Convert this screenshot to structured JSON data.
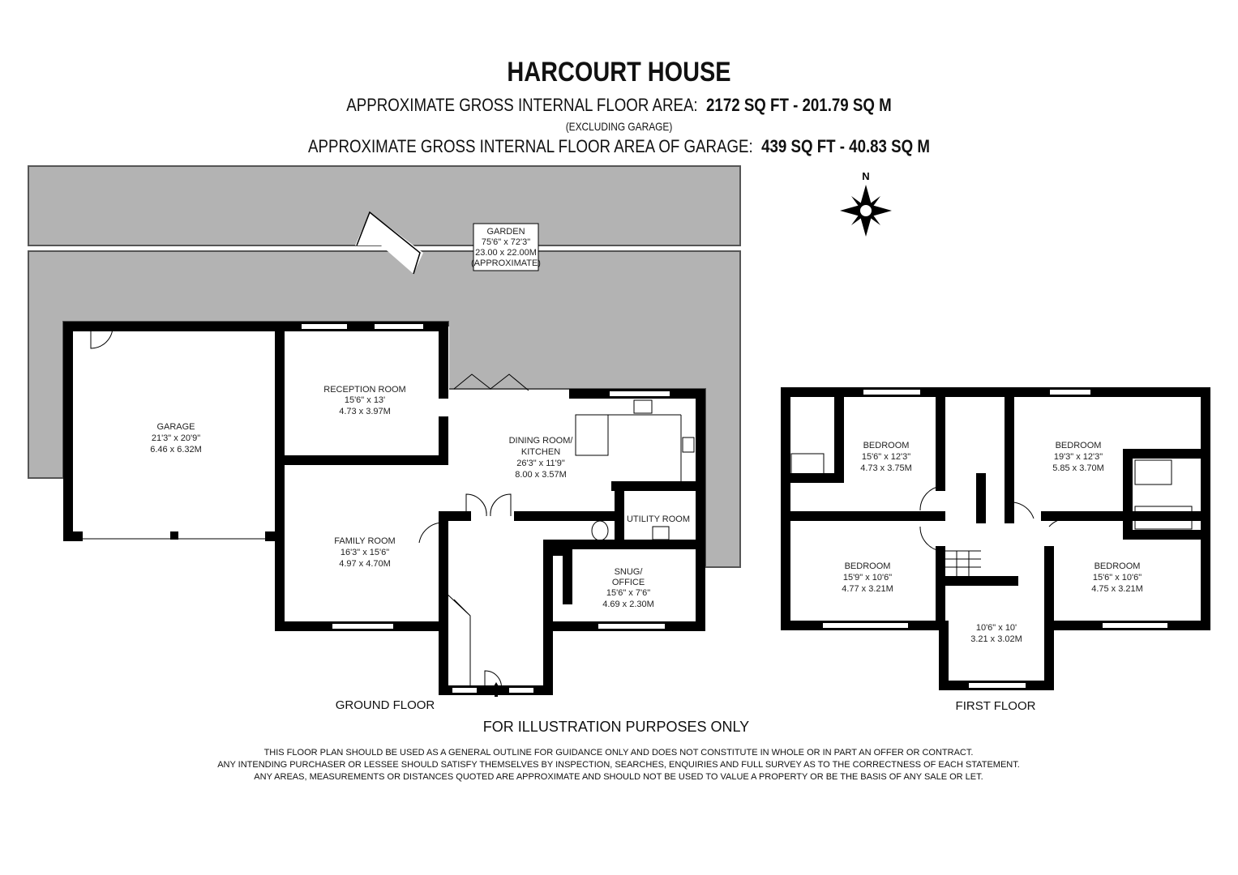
{
  "header": {
    "title": "HARCOURT HOUSE",
    "area_label": "APPROXIMATE GROSS INTERNAL FLOOR AREA:",
    "area_value": "2172 SQ FT  -  201.79 SQ M",
    "excluding": "(EXCLUDING GARAGE)",
    "garage_area_label": "APPROXIMATE GROSS INTERNAL FLOOR AREA OF GARAGE:",
    "garage_area_value": "439 SQ FT  -  40.83 SQ M"
  },
  "compass": {
    "label": "N",
    "icon": "compass-rose-icon"
  },
  "garden": {
    "name": "GARDEN",
    "imperial": "75'6\" x 72'3\"",
    "metric": "23.00 x 22.00M",
    "note": "(APPROXIMATE)"
  },
  "ground_floor": {
    "label": "GROUND FLOOR",
    "rooms": [
      {
        "name": "GARAGE",
        "imperial": "21'3\" x 20'9\"",
        "metric": "6.46 x 6.32M"
      },
      {
        "name": "RECEPTION ROOM",
        "imperial": "15'6\" x 13'",
        "metric": "4.73 x 3.97M"
      },
      {
        "name": "FAMILY ROOM",
        "imperial": "16'3\" x 15'6\"",
        "metric": "4.97 x 4.70M"
      },
      {
        "name": "DINING ROOM/",
        "name2": "KITCHEN",
        "imperial": "26'3\" x 11'9\"",
        "metric": "8.00 x 3.57M"
      },
      {
        "name": "UTILITY ROOM"
      },
      {
        "name": "SNUG/",
        "name2": "OFFICE",
        "imperial": "15'6\" x 7'6\"",
        "metric": "4.69 x 2.30M"
      }
    ]
  },
  "first_floor": {
    "label": "FIRST FLOOR",
    "rooms": [
      {
        "name": "BEDROOM",
        "imperial": "15'6\" x 12'3\"",
        "metric": "4.73 x 3.75M"
      },
      {
        "name": "BEDROOM",
        "imperial": "19'3\" x 12'3\"",
        "metric": "5.85 x 3.70M"
      },
      {
        "name": "BEDROOM",
        "imperial": "15'9\" x 10'6\"",
        "metric": "4.77 x 3.21M"
      },
      {
        "name": "BEDROOM",
        "imperial": "15'6\" x 10'6\"",
        "metric": "4.75 x 3.21M"
      },
      {
        "imperial": "10'6\" x 10'",
        "metric": "3.21 x 3.02M"
      }
    ]
  },
  "footer": {
    "illustration": "FOR ILLUSTRATION PURPOSES ONLY",
    "disclaimer": [
      "THIS FLOOR PLAN SHOULD BE USED AS A GENERAL OUTLINE FOR GUIDANCE ONLY AND DOES NOT CONSTITUTE IN WHOLE OR IN PART AN OFFER OR CONTRACT.",
      "ANY INTENDING PURCHASER OR LESSEE SHOULD SATISFY THEMSELVES BY INSPECTION, SEARCHES, ENQUIRIES AND FULL SURVEY AS TO THE CORRECTNESS OF EACH STATEMENT.",
      "ANY AREAS, MEASUREMENTS OR DISTANCES QUOTED ARE APPROXIMATE AND SHOULD NOT BE USED TO VALUE A PROPERTY OR BE THE BASIS OF ANY SALE OR LET."
    ]
  },
  "colors": {
    "garden": "#b3b3b3",
    "walls": "#000000"
  }
}
